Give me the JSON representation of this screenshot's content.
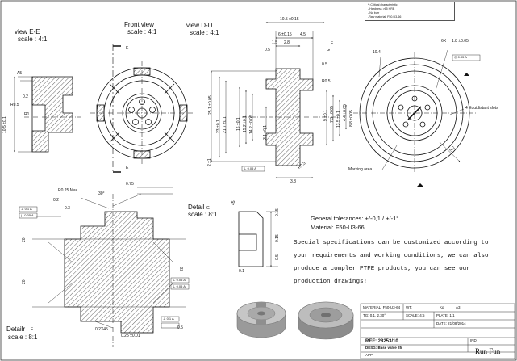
{
  "notes": {
    "lines": [
      "* :Critical characteristic",
      "- Hardness >65 HRB",
      "- No burr",
      "-Raw material: F50-U3-66"
    ]
  },
  "views": {
    "view_e": {
      "title": "view E-E",
      "scale": "scale : 4:1"
    },
    "front": {
      "title": "Front view",
      "scale": "scale : 4:1"
    },
    "view_d": {
      "title": "view D-D",
      "scale": "scale : 4:1"
    },
    "detail_g": {
      "title": "Detail",
      "letter": "G",
      "scale": "scale : 8:1"
    },
    "detail_f": {
      "title": "Detailr",
      "letter": "F",
      "scale": "scale : 8:1"
    }
  },
  "section_marks": {
    "e": "E",
    "g": "G",
    "f": "F"
  },
  "dims": {
    "a5": "A5",
    "d02_e": "0.2",
    "r05_e": "R0.5",
    "r1": "R1",
    "d105": "10.5 ±0.1",
    "d105_top": "10.5 ±0.15",
    "d6": "6 ±0.15",
    "d45": "4.5",
    "d28": "2.8",
    "d15": "1.5",
    "d05_top": "0.5",
    "d05_slot": "0.5",
    "r05": "R0.5",
    "d104": "10.4",
    "d6x": "6X",
    "d18": "1.8 ±0.05",
    "slots": "4 Equidistant slots",
    "d52": "5.2",
    "d25": "25.1 ±0.05",
    "d23": "23 ±0.1",
    "d217": "21.7 ±0.1",
    "d16": "16 ±0.1",
    "d152": "15.2 ±0.1",
    "d142": "14.2 ±0.05",
    "d31": "3.1 ±0.1",
    "d9": "9 ±0.1",
    "d73": "7.3 ±0.05",
    "d135": "13.5 ±0.1",
    "d44": "4.4 ±0.05",
    "d88": "8.8 ±0.05",
    "d2": "2 ±1",
    "r03": "R0.3",
    "d38": "3.8",
    "marking": "Marking area",
    "r025": "R0.25 Max",
    "a30": "30°",
    "d075": "0.75",
    "d02_f": "0.2",
    "d03": "0.3",
    "a45": "45",
    "d015": "0.15",
    "d015b": "0.15",
    "d05_g": "0.5",
    "a20a": "20",
    "a20b": "20",
    "a20c": "20",
    "d2x45": "0.2X45",
    "d025": "0.25 ±0.01",
    "d05_f": "0.5",
    "d01": "0.1"
  },
  "tolerance_frames": {
    "f1": "⊥ 0.05 A",
    "f2": "⊥ 0.1 A",
    "f3": "| | 0.05 A",
    "f4": "◎ 0.05 A",
    "f5": "⊥ 0.05 A",
    "f6": "⊥ 0.05 A",
    "f7": "⊥ 0.1 A"
  },
  "general": {
    "tolerances": "General tolerances: +/-0,1 / +/-1°",
    "material": "Material: F50-U3-66"
  },
  "special_text": [
    "Special specifications can be customized according to",
    "your requirements and working conditions, we can also",
    "produce a compler PTFE products, you can see our",
    "production drawings!"
  ],
  "title_block": {
    "material": "MATERIAL: F50-U3-64",
    "wt": "WT:",
    "kg": "Kg",
    "a3": "A3",
    "tg": "TG: 0.1,  2.30°",
    "scale": "SCALE: 4:5",
    "plate": "PLATE: 1/1",
    "date": "DATE: 21/08/2014",
    "ref": "REF: 28253/10",
    "ind": "IND:",
    "desg": "DESG: Base valve 25",
    "app": "APP:"
  },
  "watermark": "Run Fun"
}
